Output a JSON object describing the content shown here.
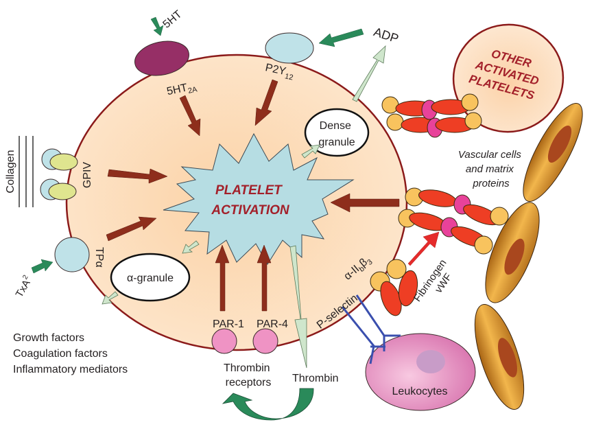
{
  "title": "Platelet activation pathways",
  "center": {
    "line1": "PLATELET",
    "line2": "ACTIVATION"
  },
  "receptors": {
    "ht2a": {
      "agonist": "5HT",
      "name": "5HT",
      "sub": "2A"
    },
    "p2y12": {
      "agonist": "ADP",
      "name": "P2Y",
      "sub": "12"
    },
    "gpiv": {
      "agonist": "Collagen",
      "name": "GPIV"
    },
    "tp": {
      "agonist": "TxA",
      "agonist_sub": "2",
      "name": "TP",
      "name_greek": "α"
    },
    "par1": {
      "name": "PAR-1"
    },
    "par4": {
      "name": "PAR-4"
    },
    "thrombin_receptors": {
      "line1": "Thrombin",
      "line2": "receptors"
    },
    "integrin": {
      "prefix": "α-II",
      "sub1": "b",
      "mid": "β",
      "sub2": "3"
    },
    "pselectin": {
      "name": "P-selectin"
    }
  },
  "granules": {
    "dense": {
      "line1": "Dense",
      "line2": "granule"
    },
    "alpha": {
      "label": "α-granule"
    }
  },
  "releasates": [
    "Growth factors",
    "Coagulation factors",
    "Inflammatory mediators"
  ],
  "thrombin": "Thrombin",
  "ligands": {
    "line1": "Fibrinogen",
    "line2": "vWF"
  },
  "other_platelets": {
    "line1": "OTHER",
    "line2": "ACTIVATED",
    "line3": "PLATELETS"
  },
  "vascular": {
    "line1": "Vascular cells",
    "line2": "and matrix",
    "line3": "proteins"
  },
  "leukocytes": "Leukocytes",
  "colors": {
    "cell_fill": "#fde3c4",
    "cell_border": "#8b1a1a",
    "activation_burst": "#b6dde3",
    "activation_text": "#a3202a",
    "signal_arrow": "#8e2e1c",
    "agonist_arrow": "#2a8a5a",
    "release_arrow": "#cfe6cc",
    "ht2a_receptor": "#962f66",
    "receptor_blue": "#bfe2e8",
    "gpiv_green": "#dfe58f",
    "par_pink": "#ef93c4",
    "integrin_yellow": "#f8c35e",
    "fibrinogen_red": "#ee3e24",
    "vwf_magenta": "#e8429a",
    "vascular_cell": "#c27d2a",
    "leukocyte": "#dc7ab4",
    "pselectin_link": "#3a4fae"
  }
}
